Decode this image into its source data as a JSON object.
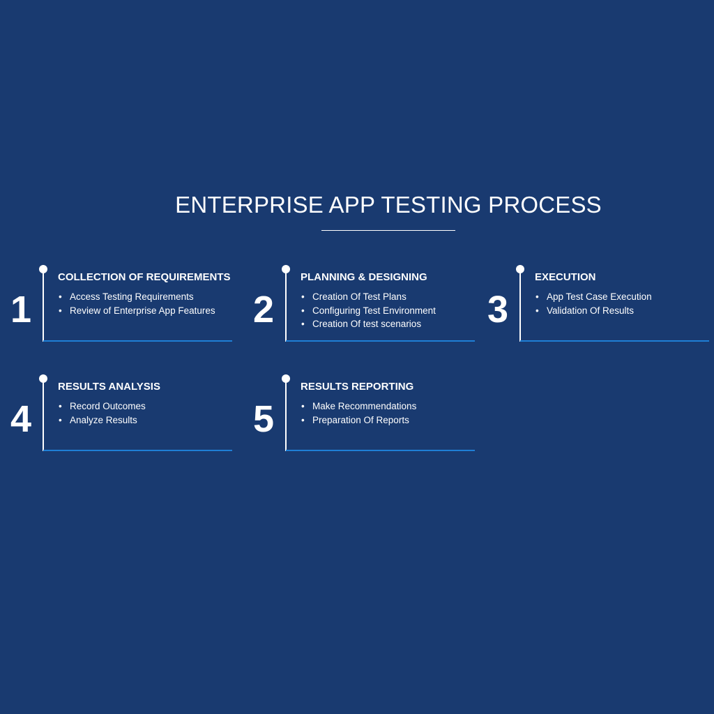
{
  "title": "ENTERPRISE APP TESTING PROCESS",
  "accent_color": "#1f7fd6",
  "background_color": "#193a70",
  "steps": [
    {
      "number": "1",
      "heading": "COLLECTION OF REQUIREMENTS",
      "items": [
        "Access Testing Requirements",
        "Review of Enterprise App Features"
      ]
    },
    {
      "number": "2",
      "heading": "PLANNING & DESIGNING",
      "items": [
        "Creation Of Test Plans",
        "Configuring Test Environment",
        "Creation Of test scenarios"
      ]
    },
    {
      "number": "3",
      "heading": "EXECUTION",
      "items": [
        "App Test Case Execution",
        "Validation Of Results"
      ]
    },
    {
      "number": "4",
      "heading": "RESULTS ANALYSIS",
      "items": [
        "Record Outcomes",
        "Analyze Results"
      ]
    },
    {
      "number": "5",
      "heading": "RESULTS REPORTING",
      "items": [
        "Make Recommendations",
        "Preparation Of Reports"
      ]
    }
  ]
}
